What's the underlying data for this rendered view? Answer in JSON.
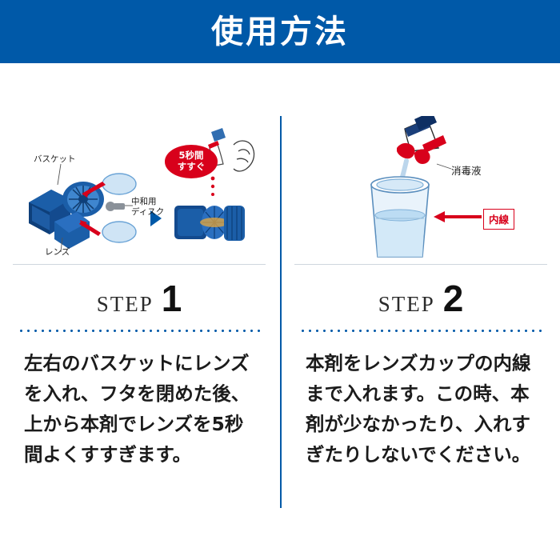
{
  "header": {
    "title": "使用方法",
    "bg_color": "#0059a8",
    "text_color": "#ffffff"
  },
  "theme": {
    "accent_blue": "#0059a8",
    "accent_red": "#d8001b",
    "rule_gray": "#cfd6de",
    "text_dark": "#1b1b1b"
  },
  "steps": [
    {
      "step_word": "STEP",
      "step_number": "1",
      "body": "左右のバスケットにレンズを入れ、フタを閉めた後、上から本剤でレンズを5秒間よくすすぎます。",
      "illustration": {
        "labels": [
          {
            "name": "basket",
            "text": "バスケット"
          },
          {
            "name": "neutralizer-disc",
            "text": "中和用\nディスク"
          },
          {
            "name": "lens",
            "text": "レンズ"
          }
        ],
        "bubble": "5秒間\nすすぐ",
        "icons": [
          "basket-icon",
          "lens-icon",
          "disc-icon",
          "bottle-icon",
          "arrow-icon",
          "triangle-icon"
        ]
      }
    },
    {
      "step_word": "STEP",
      "step_number": "2",
      "body": "本剤をレンズカップの内線まで入れます。この時、本剤が少なかったり、入れすぎたりしないでください。",
      "illustration": {
        "labels": [
          {
            "name": "disinfectant-solution",
            "text": "消毒液"
          },
          {
            "name": "inner-line",
            "text": "内線"
          }
        ],
        "icons": [
          "bottle-icon",
          "cup-icon",
          "arrow-icon",
          "droplet-icon"
        ]
      }
    }
  ]
}
